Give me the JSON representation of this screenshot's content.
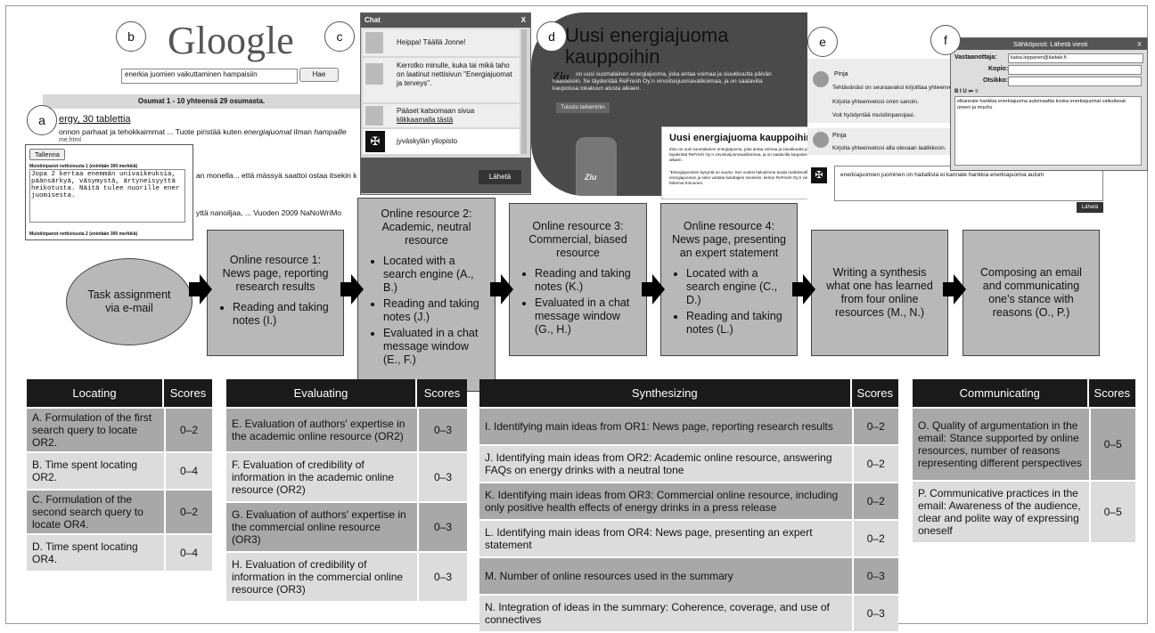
{
  "circle_labels": [
    "a",
    "b",
    "c",
    "d",
    "e",
    "f"
  ],
  "screenshots": {
    "search": {
      "logo": "Gloogle",
      "query": "enerkia juomien vaikuttaminen hampaisiin",
      "button": "Hae",
      "results_bar": "Osumat 1 - 10 yhteensä 29 osumasta.",
      "result1_title": "ergy, 30 tablettia",
      "result1_snippet_a": "onnon parhaat ja tehokkaimmat ... Tuote piristää kuten ",
      "result1_snippet_em1": "energiajuomat",
      "result1_snippet_b": " ilman ",
      "result1_snippet_em2": "hampaille",
      "result1_url": "me.html",
      "result2_snippet": "an monella... että mässyä saattoi ostaa itsekin k",
      "result3_snippet": "yttä nanoiljaa, ... Vuoden 2009 NaNoWriMo"
    },
    "notes": {
      "save_button": "Tallenna",
      "label1": "Muistiinpanot nettisivusta 1 (enintään 300 merkkiä)",
      "text": "Jopa 2 kertaa enemmän univaikeuksia, päänsärkyä, väsymystä, ärtyneisyyttä heikotusta. Näitä tulee nuorille ener juomisesta.",
      "label2": "Muistiinpanot nettisivusta 2 (enintään 300 merkkiä)"
    },
    "chat": {
      "header": "Chat",
      "close": "X",
      "messages": [
        "Heippa! Täällä Jonne!",
        "Kerrotko minulle, kuka tai mikä taho on laatinut nettisivun \"Energiajuomat ja terveys\".",
        "Pääset katsomaan sivua",
        "jyväskylän yliopisto"
      ],
      "link": "klikkaamalla tästä",
      "send": "Lähetä"
    },
    "store": {
      "heading": "Uusi energiajuoma kauppoihin",
      "logo": "Ziu",
      "text": "on uusi suomalainen energiajuoma, joka antaa voimaa ja siuukkuutta päivän haasteisiin. Se täydentää ReFresh Oy:n virvoitusjuomavalikoimaa, ja on saatavilla kaupoissa lokakuun alusta alkaen.",
      "button": "Tutustu tarkemmin",
      "bottle_label": "Ziu"
    },
    "news": {
      "heading": "Uusi energiajuoma kauppoihin",
      "p1": "Ziou on uusi suomalainen energiajuoma, joka antaa voimaa ja siuukkuutta päivän haasteisiin. Se täydentää ReFresh Oy:n virvoitusjuomavalikoimaa, ja on saatavilla kaupoissa lokakuun alusta alkaen.",
      "p2": "\"Energiajuomien kysyntä on suurta. Sen vuoksi halusimme tuoda markkinoille uuden energiajuoman ja siten vastata kuluttajien toiveisiin, kertoo ReFresh Oy:n viestintäpäällikkö Minerva Kinnunen."
    },
    "chat2": {
      "name1": "Pinja",
      "m1": "Tehtävänäsi on seuraavaksi kirjoittaa yhteenve",
      "m2": "Kirjoita yhteenvetosi omin sanoin.",
      "m3": "Voit hyödyntää muistiinpanojasi.",
      "name2": "Pinja",
      "m4": "Kirjoita yhteenvetosi alla olevaan laatikkoon.",
      "input": "enerkiajuomien juominen on haitallista ei kannate hankkia enerkiajuomia autom",
      "send": "Lähetä"
    },
    "email": {
      "title": "Sähköposti: Lähetä viesti",
      "close": "X",
      "to_label": "Vastaanottaja:",
      "to_value": "kaisa.leppanen@kaitale.fi",
      "cc_label": "Kopio:",
      "subject_label": "Otsikko:",
      "toolbar": "B  I  U  ≔  ≡",
      "body": "elkannate hankkia enerkiajuoma automaattia koska enerkiajuomat vaikuttavat uneen ja muuhu"
    }
  },
  "flow": {
    "start": "Task assignment via e-mail",
    "boxes": [
      {
        "title": "Online resource 1: News page, reporting research results",
        "bullets": [
          "Reading and taking notes (I.)"
        ]
      },
      {
        "title": "Online resource 2: Academic, neutral resource",
        "bullets": [
          "Located with a search engine (A., B.)",
          "Reading and taking notes (J.)",
          "Evaluated in a chat message window (E., F.)"
        ]
      },
      {
        "title": "Online resource 3: Commercial, biased resource",
        "bullets": [
          "Reading and taking notes (K.)",
          "Evaluated in a chat message window (G., H.)"
        ]
      },
      {
        "title": "Online resource 4: News page, presenting an expert statement",
        "bullets": [
          "Located with a search engine (C., D.)",
          "Reading and taking notes (L.)"
        ]
      },
      {
        "title": "Writing a synthesis what one has learned from four online resources (M., N.)",
        "bullets": []
      },
      {
        "title": "Composing an email and communicating one's stance with reasons (O., P.)",
        "bullets": []
      }
    ]
  },
  "tables": {
    "locating": {
      "header": "Locating",
      "scores_header": "Scores",
      "rows": [
        {
          "text": "A. Formulation of the first search query to locate OR2.",
          "score": "0–2"
        },
        {
          "text": "B. Time spent locating OR2.",
          "score": "0–4"
        },
        {
          "text": "C. Formulation of the second search query to locate OR4.",
          "score": "0–2"
        },
        {
          "text": "D. Time spent locating OR4.",
          "score": "0–4"
        }
      ]
    },
    "evaluating": {
      "header": "Evaluating",
      "scores_header": "Scores",
      "rows": [
        {
          "text": "E. Evaluation of authors' expertise in the academic online resource (OR2)",
          "score": "0–3"
        },
        {
          "text": "F. Evaluation of credibility of information in the academic online resource (OR2)",
          "score": "0–3"
        },
        {
          "text": "G. Evaluation of authors' expertise in the commercial online resource (OR3)",
          "score": "0–3"
        },
        {
          "text": "H. Evaluation of credibility of information in the commercial online resource (OR3)",
          "score": "0–3"
        }
      ]
    },
    "synthesizing": {
      "header": "Synthesizing",
      "scores_header": "Scores",
      "rows": [
        {
          "text": "I. Identifying main ideas from OR1: News page, reporting research results",
          "score": "0–2"
        },
        {
          "text": "J. Identifying main ideas from OR2: Academic online resource, answering FAQs on energy drinks with a neutral tone",
          "score": "0–2"
        },
        {
          "text": "K. Identifying main ideas from OR3: Commercial online resource, including only positive health effects of energy drinks in a press release",
          "score": "0–2"
        },
        {
          "text": "L. Identifying main ideas from OR4: News page, presenting an expert statement",
          "score": "0–2"
        },
        {
          "text": "M. Number of online resources used in the summary",
          "score": "0–3"
        },
        {
          "text": "N. Integration of ideas in the summary: Coherence, coverage, and use of connectives",
          "score": "0–3"
        }
      ]
    },
    "communicating": {
      "header": "Communicating",
      "scores_header": "Scores",
      "rows": [
        {
          "text": "O. Quality of argumentation in the email: Stance supported by online resources, number of reasons representing different perspectives",
          "score": "0–5"
        },
        {
          "text": "P. Communicative practices in the email: Awareness of the audience, clear and polite way of expressing oneself",
          "score": "0–5"
        }
      ]
    }
  }
}
